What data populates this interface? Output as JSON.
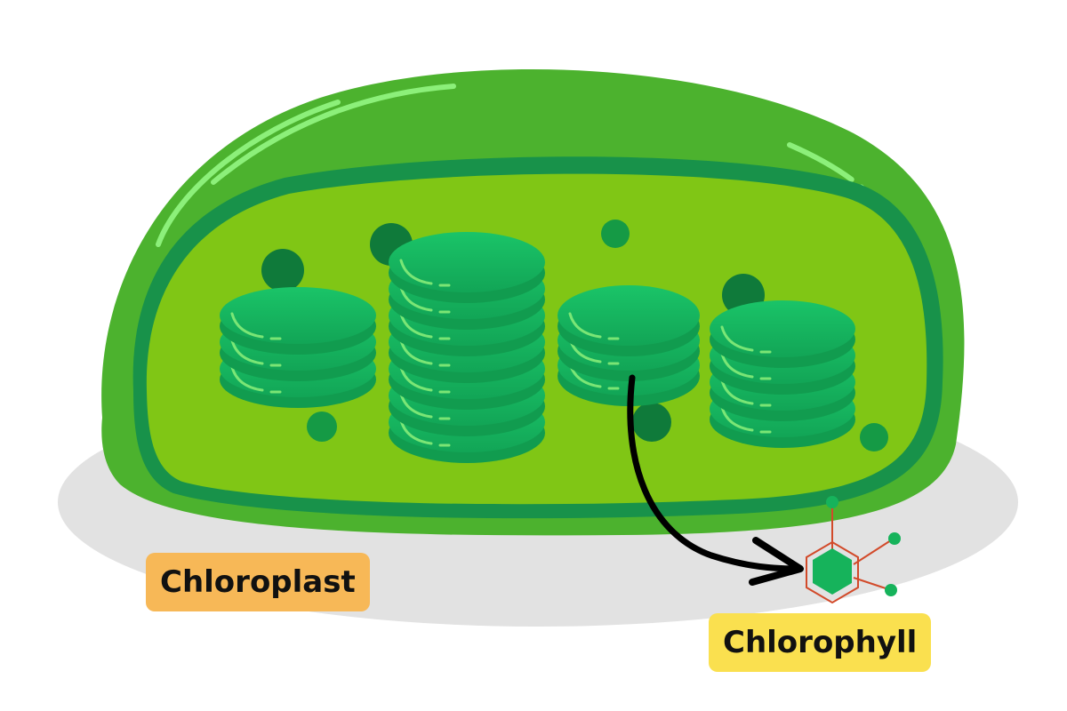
{
  "labels": {
    "chloroplast": "Chloroplast",
    "chlorophyll": "Chlorophyll"
  },
  "colors": {
    "outer_membrane": "#4cb22e",
    "inner_membrane": "#18924a",
    "stroma": "#80c615",
    "thylakoid": "#17b360",
    "thylakoid_top": "#18c266",
    "granule": "#0f7a3a",
    "highlight": "#8cf07a",
    "shadow": "#e2e2e2",
    "chloroplast_tag": "#f7b857",
    "chlorophyll_tag": "#fae04f",
    "molecule_line": "#d24a2a",
    "molecule_fill": "#16b35b",
    "arrow": "#000000"
  },
  "structure": {
    "grana_stacks": [
      3,
      7,
      3,
      4
    ]
  }
}
